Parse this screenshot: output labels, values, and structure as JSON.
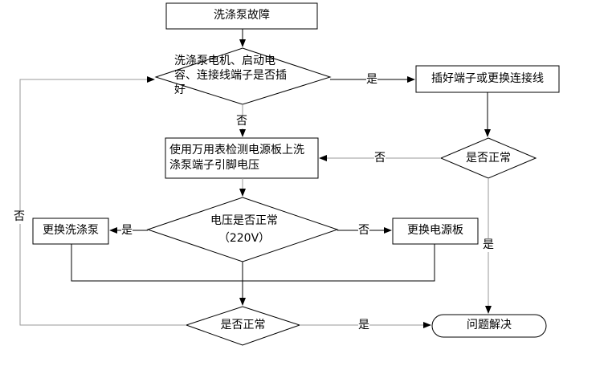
{
  "nodes": {
    "start": "洗涤泵故障",
    "check_connection": "洗涤泵电机、启动电容、连接线端子是否插好",
    "plug_terminal": "插好端子或更换连接线",
    "normal_1": "是否正常",
    "measure_board": "使用万用表检测电源板上洗涤泵端子引脚电压",
    "voltage_check": "电压是否正常（220V）",
    "replace_pump": "更换洗涤泵",
    "replace_board": "更换电源板",
    "normal_2": "是否正常",
    "solved": "问题解决"
  },
  "edges": {
    "yes_1": "是",
    "no_1": "否",
    "no_2": "否",
    "no_loop": "否",
    "yes_pump": "是",
    "no_board": "否",
    "yes_solved_right": "是",
    "yes_solved_bottom": "是"
  }
}
